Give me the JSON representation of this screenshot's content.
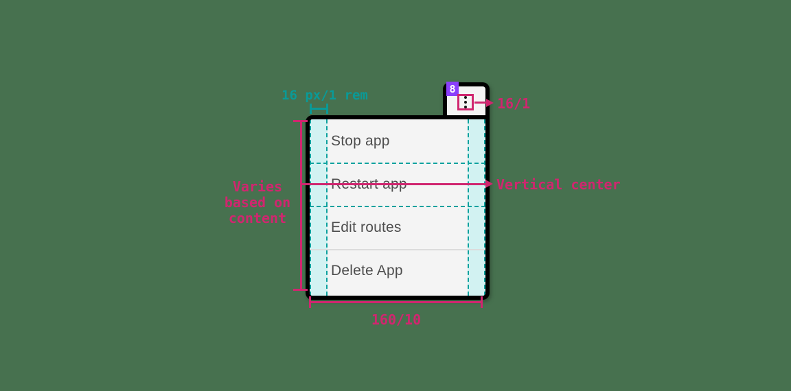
{
  "overflow_button": {
    "badge_count": "8",
    "icon": "overflow-menu-vertical-icon"
  },
  "menu": {
    "items": [
      {
        "label": "Stop app"
      },
      {
        "label": "Restart app"
      },
      {
        "label": "Edit routes"
      },
      {
        "label": "Delete App"
      }
    ]
  },
  "annotations": {
    "padding": "16 px/1 rem",
    "button_size": "16/1",
    "height": "Varies\nbased on\ncontent",
    "vertical_center": "Vertical center",
    "width": "160/10"
  },
  "colors": {
    "page_background": "#47714F",
    "menu_background": "#F4F4F4",
    "menu_text": "#4E4E4E",
    "border_black": "#000000",
    "cyan_fill": "#D2F2F2",
    "teal_dash": "#0BA19E",
    "teal_annotation": "#0A9A97",
    "magenta_annotation": "#D0266F",
    "purple_badge": "#8A3FFC",
    "divider": "#DCDCDC"
  }
}
